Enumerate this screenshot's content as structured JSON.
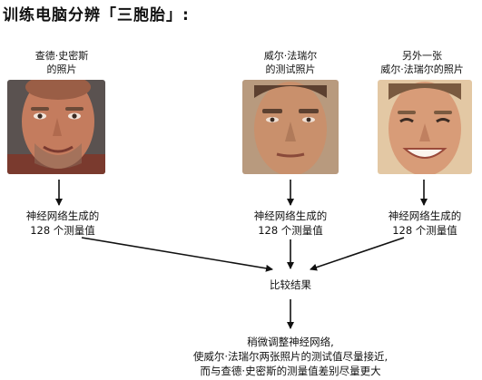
{
  "title": "训练电脑分辨「三胞胎」:",
  "faces": [
    {
      "caption": [
        "查德·史密斯",
        "的照片"
      ],
      "icon": "chad-smith-face-photo",
      "skin": "#c47c5e",
      "background": "#5a5250",
      "hair": "#6b4a38",
      "output": [
        "神经网络生成的",
        "128 个测量值"
      ]
    },
    {
      "caption": [
        "威尔·法瑞尔",
        "的测试照片"
      ],
      "icon": "will-ferrell-test-face-photo",
      "skin": "#c9906c",
      "background": "#b89a7e",
      "hair": "#5c4030",
      "output": [
        "神经网络生成的",
        "128 个测量值"
      ]
    },
    {
      "caption": [
        "另外一张",
        "威尔·法瑞尔的照片"
      ],
      "icon": "will-ferrell-second-face-photo",
      "skin": "#d89c78",
      "background": "#e3c8a4",
      "hair": "#7a5a40",
      "output": [
        "神经网络生成的",
        "128 个测量值"
      ]
    }
  ],
  "compare": "比较结果",
  "adjust": [
    "稍微调整神经网络,",
    "使威尔·法瑞尔两张照片的测试值尽量接近,",
    "而与查德·史密斯的测量值差别尽量更大"
  ],
  "colors": {
    "text": "#111111",
    "arrow": "#111111"
  }
}
